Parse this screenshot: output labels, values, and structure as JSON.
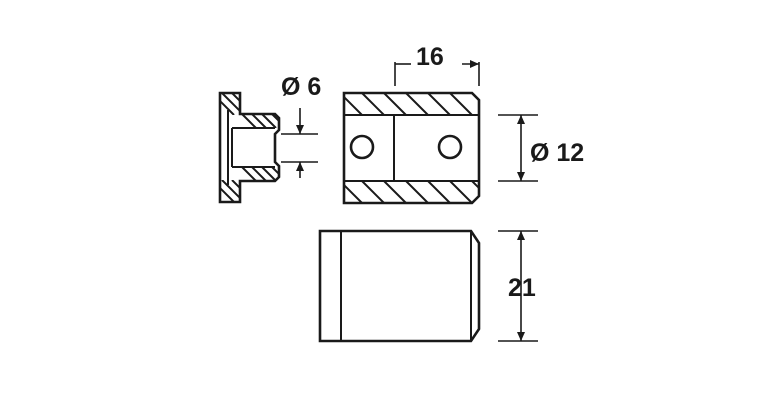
{
  "drawing": {
    "background": "#ffffff",
    "line_color": "#1a1a1a"
  },
  "dimensions": {
    "small_diameter": "Ø 6",
    "width": "16",
    "large_diameter": "Ø 12",
    "length": "21"
  }
}
